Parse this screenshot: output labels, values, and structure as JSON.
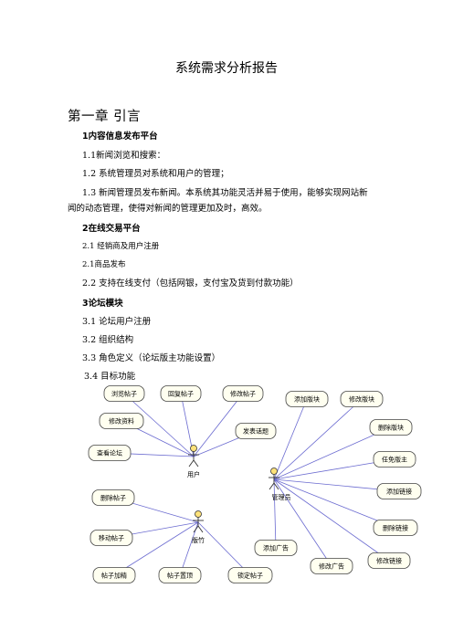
{
  "doc": {
    "title": "系统需求分析报告",
    "chapter": "第一章  引言",
    "s1": {
      "heading": "1内容信息发布平台",
      "items": [
        "1.1新闻浏览和搜索：",
        "1.2  系统管理员对系统和用户的管理；"
      ],
      "item3_line1": "1.3  新闻管理员发布新闻。本系统其功能灵活并易于使用，能够实现网站新",
      "item3_line2": "闻的动态管理，使得对新闻的管理更加及时，高效。"
    },
    "s2": {
      "heading": "2在线交易平台",
      "items": [
        "2.1  经销商及用户注册",
        "2.1商品发布",
        "2.2  支持在线支付（包括网银，支付宝及货到付款功能）"
      ]
    },
    "s3": {
      "heading": "3论坛模块",
      "items": [
        "3.1  论坛用户注册",
        "3.2  组织结构",
        "3.3  角色定义（论坛版主功能设置）",
        "3.4  目标功能"
      ]
    }
  },
  "diagram": {
    "actors": {
      "user": "用户",
      "admin": "管理员",
      "moderator": "版竹"
    },
    "user_cases": [
      "浏览帖子",
      "回复帖子",
      "修改帖子",
      "修改资料",
      "发表话题",
      "查看论坛"
    ],
    "admin_cases": [
      "添加版块",
      "修改版块",
      "删除版块",
      "任免版主",
      "添加链接",
      "删除链接",
      "修改链接",
      "修改广告",
      "添加广告"
    ],
    "moderator_cases": [
      "删除帖子",
      "移动帖子",
      "帖子加精",
      "帖子置顶",
      "锁定帖子"
    ],
    "colors": {
      "line": "#6b6bd0",
      "box_fill": "#fffff0",
      "box_stroke": "#444444",
      "actor_head": "#ffe27a"
    }
  }
}
